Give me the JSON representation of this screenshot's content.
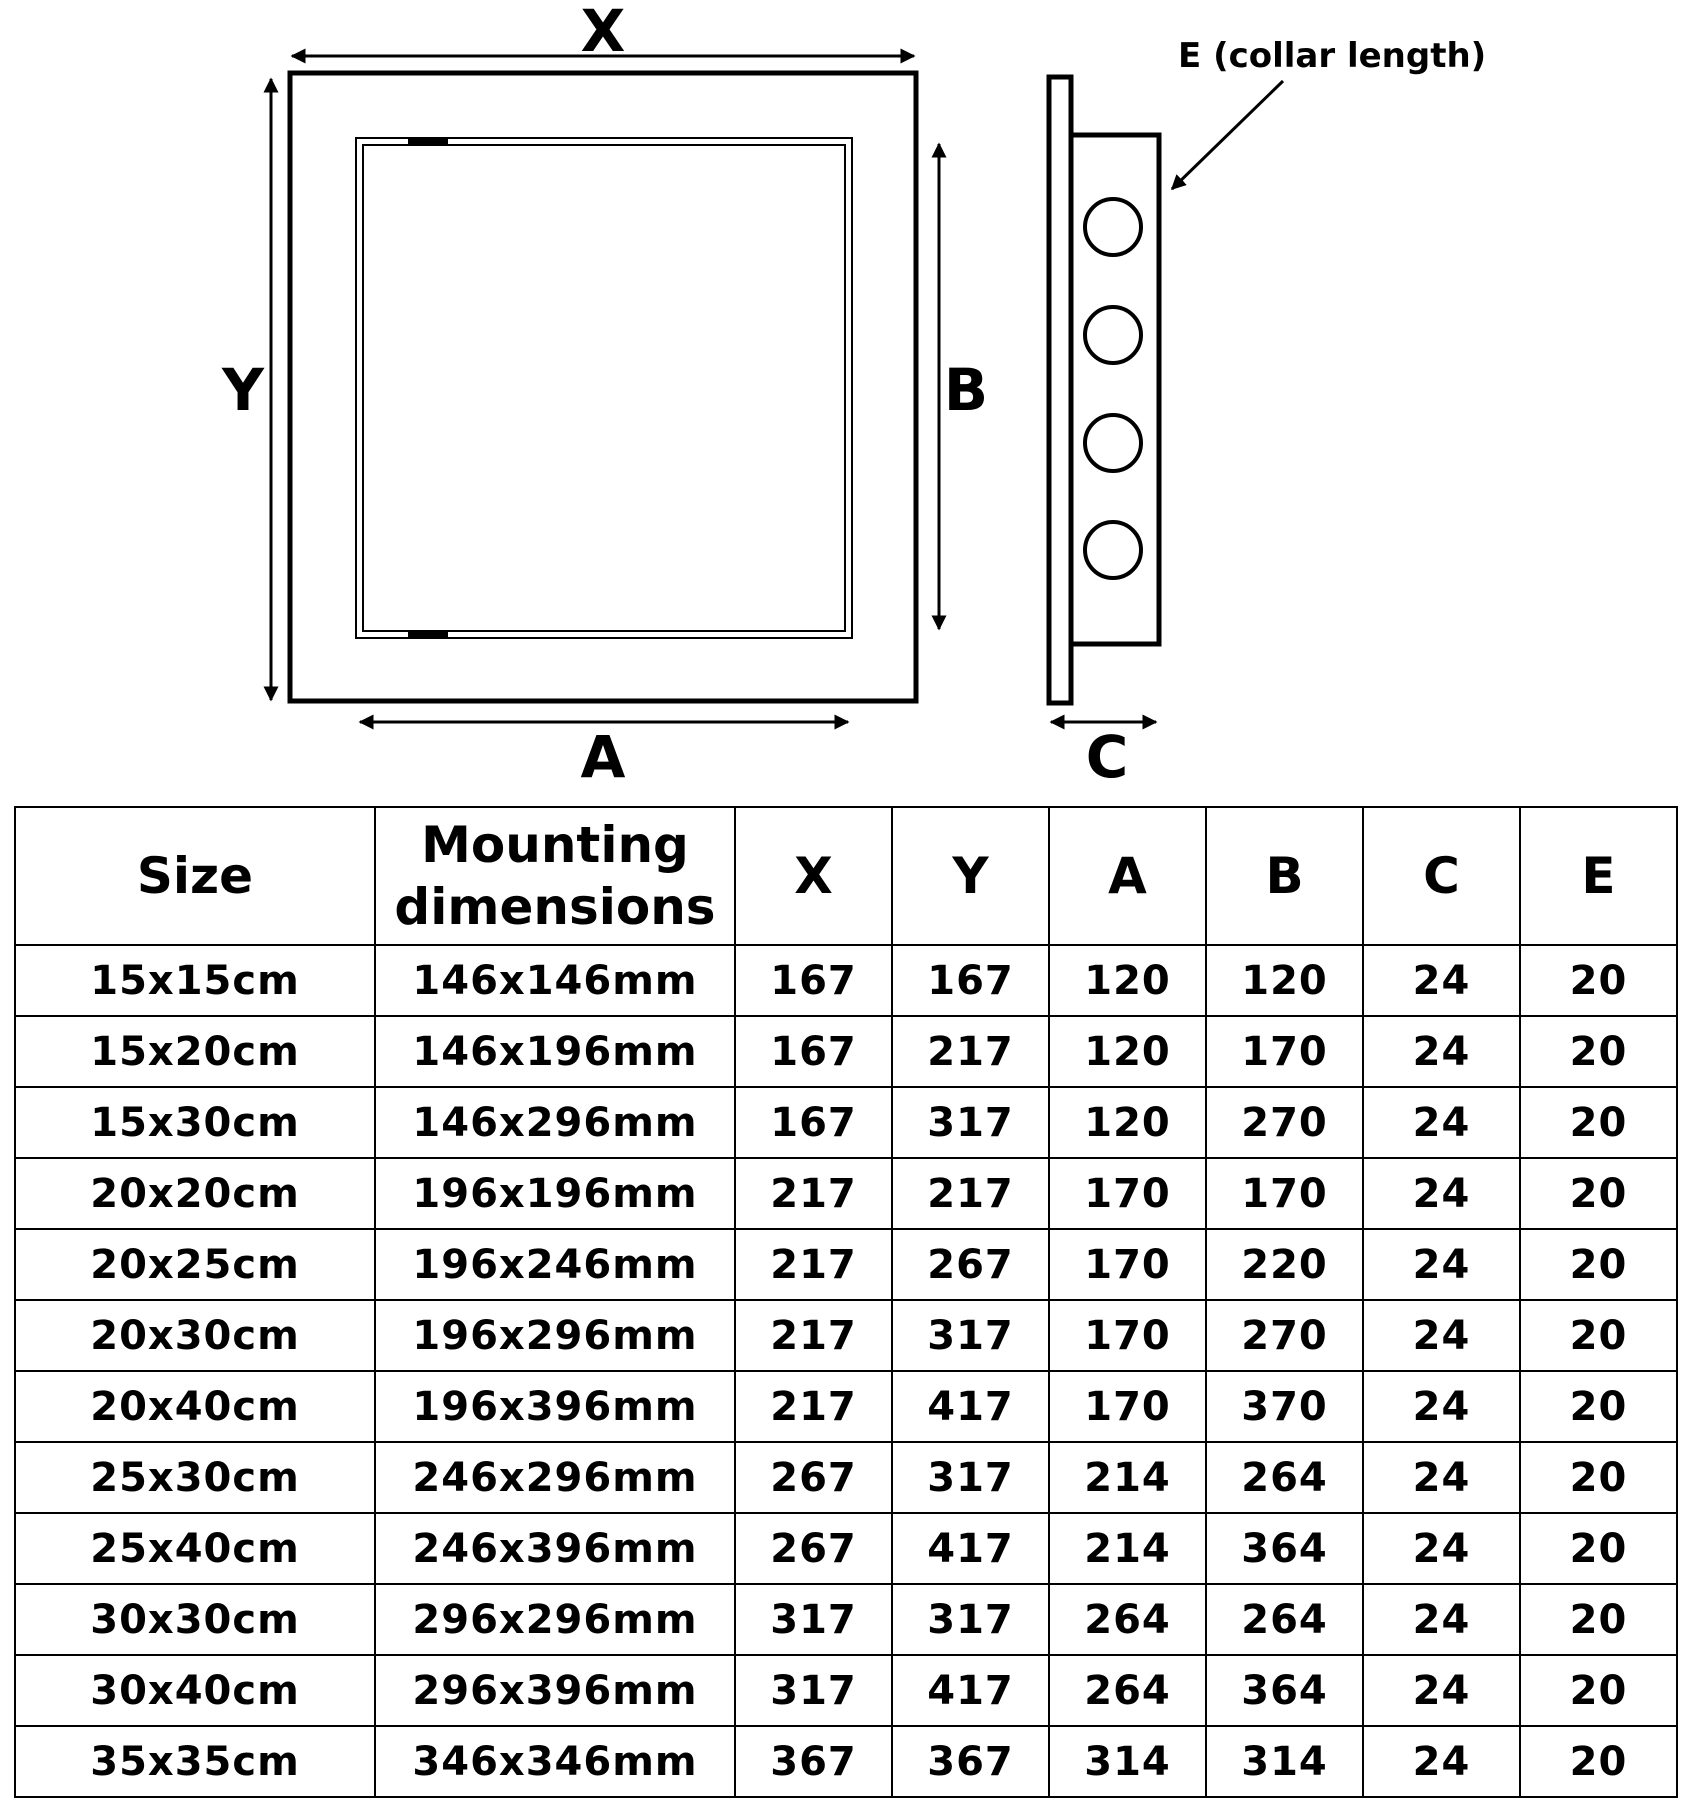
{
  "diagram": {
    "labels": {
      "x": "X",
      "y": "Y",
      "a": "A",
      "b": "B",
      "c": "C",
      "e_callout": "E (collar length)"
    },
    "line_color": "#000000",
    "fill_color": "#ffffff"
  },
  "table": {
    "headers": {
      "size": "Size",
      "mounting_line1": "Mounting",
      "mounting_line2": "dimensions",
      "x": "X",
      "y": "Y",
      "a": "A",
      "b": "B",
      "c": "C",
      "e": "E"
    },
    "rows": [
      [
        "15x15cm",
        "146x146mm",
        "167",
        "167",
        "120",
        "120",
        "24",
        "20"
      ],
      [
        "15x20cm",
        "146x196mm",
        "167",
        "217",
        "120",
        "170",
        "24",
        "20"
      ],
      [
        "15x30cm",
        "146x296mm",
        "167",
        "317",
        "120",
        "270",
        "24",
        "20"
      ],
      [
        "20x20cm",
        "196x196mm",
        "217",
        "217",
        "170",
        "170",
        "24",
        "20"
      ],
      [
        "20x25cm",
        "196x246mm",
        "217",
        "267",
        "170",
        "220",
        "24",
        "20"
      ],
      [
        "20x30cm",
        "196x296mm",
        "217",
        "317",
        "170",
        "270",
        "24",
        "20"
      ],
      [
        "20x40cm",
        "196x396mm",
        "217",
        "417",
        "170",
        "370",
        "24",
        "20"
      ],
      [
        "25x30cm",
        "246x296mm",
        "267",
        "317",
        "214",
        "264",
        "24",
        "20"
      ],
      [
        "25x40cm",
        "246x396mm",
        "267",
        "417",
        "214",
        "364",
        "24",
        "20"
      ],
      [
        "30x30cm",
        "296x296mm",
        "317",
        "317",
        "264",
        "264",
        "24",
        "20"
      ],
      [
        "30x40cm",
        "296x396mm",
        "317",
        "417",
        "264",
        "364",
        "24",
        "20"
      ],
      [
        "35x35cm",
        "346x346mm",
        "367",
        "367",
        "314",
        "314",
        "24",
        "20"
      ]
    ]
  }
}
